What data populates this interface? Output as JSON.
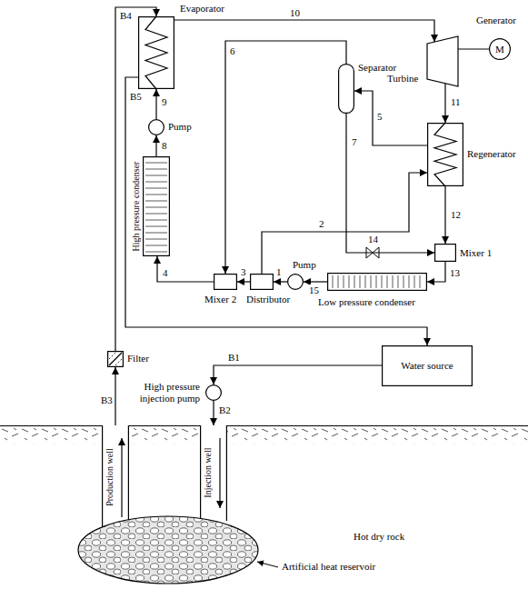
{
  "diagram": {
    "nodes": [
      {
        "text": [
          "Evaporator"
        ]
      },
      {
        "text": [
          "Turbine"
        ]
      },
      {
        "text": [
          "Generator",
          "M"
        ]
      },
      {
        "text": [
          "Separator"
        ]
      },
      {
        "text": [
          "Regenerator"
        ]
      },
      {
        "text": [
          "Pump"
        ]
      },
      {
        "text": [
          "High pressure condenser"
        ]
      },
      {
        "text": [
          "Mixer 2"
        ]
      },
      {
        "text": [
          "Distributor"
        ]
      },
      {
        "text": [
          "Pump"
        ]
      },
      {
        "text": [
          "Low pressure condenser"
        ]
      },
      {
        "text": [
          "Mixer 1"
        ]
      },
      {
        "text": [
          "Water source"
        ]
      },
      {
        "text": [
          "Filter"
        ]
      },
      {
        "text": [
          "High pressure injection pump"
        ]
      },
      {
        "text": [
          "Production well"
        ]
      },
      {
        "text": [
          "Injection well"
        ]
      },
      {
        "text": [
          "Artificial heat reservoir"
        ]
      }
    ],
    "edges": [
      {
        "from": 0,
        "to": 1,
        "arrow": "to",
        "label": "10"
      },
      {
        "from": 1,
        "to": 2,
        "arrow": "none"
      },
      {
        "from": 1,
        "to": 4,
        "arrow": "to",
        "label": "11"
      },
      {
        "from": 4,
        "to": 11,
        "arrow": "to",
        "label": "12"
      },
      {
        "from": 4,
        "to": 3,
        "arrow": "to",
        "label": "5"
      },
      {
        "from": 3,
        "to": 7,
        "arrow": "to",
        "label": "6"
      },
      {
        "from": 3,
        "to": 11,
        "arrow": "to",
        "label": "7"
      },
      {
        "from": 8,
        "to": 4,
        "arrow": "to",
        "label": "2"
      },
      {
        "from": 11,
        "to": 10,
        "arrow": "to",
        "label": "13"
      },
      {
        "from": 10,
        "to": 9,
        "arrow": "to",
        "label": "15"
      },
      {
        "from": 9,
        "to": 8,
        "arrow": "to",
        "label": "1"
      },
      {
        "from": 8,
        "to": 7,
        "arrow": "to",
        "label": "3"
      },
      {
        "from": 7,
        "to": 6,
        "arrow": "to",
        "label": "4"
      },
      {
        "from": 6,
        "to": 5,
        "arrow": "to",
        "label": "8"
      },
      {
        "from": 5,
        "to": 0,
        "arrow": "to",
        "label": "9"
      },
      {
        "from": 13,
        "to": 0,
        "arrow": "to",
        "label": "B4"
      },
      {
        "from": 0,
        "to": 12,
        "arrow": "to",
        "label": "B5"
      },
      {
        "from": 12,
        "to": 14,
        "arrow": "to",
        "label": "B1"
      },
      {
        "from": 14,
        "to": 16,
        "arrow": "to",
        "label": "B2"
      },
      {
        "from": 15,
        "to": 13,
        "arrow": "to",
        "label": "B3"
      }
    ],
    "labels": [
      "14",
      "Hot dry rock"
    ]
  }
}
